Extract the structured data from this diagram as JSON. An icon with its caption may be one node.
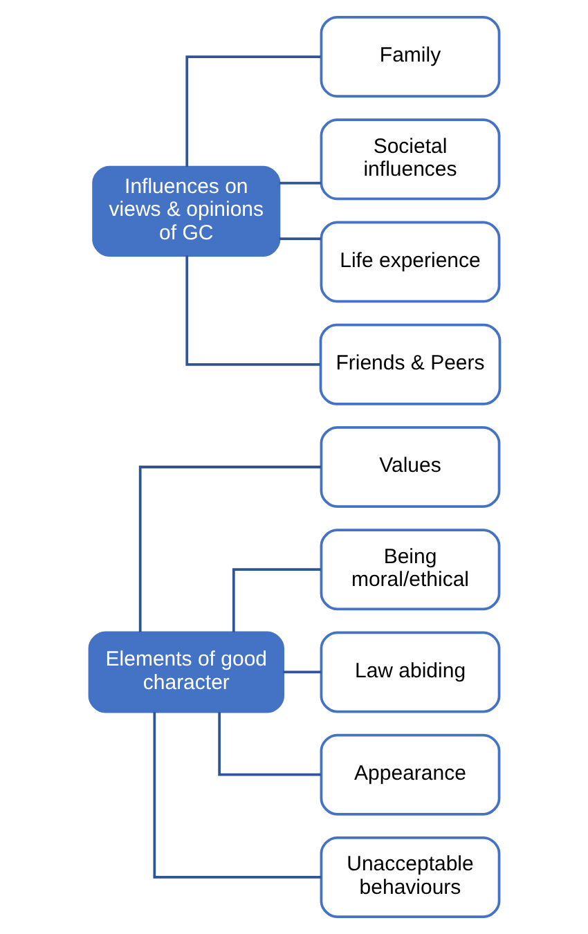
{
  "diagram": {
    "nodes": [
      {
        "text": [
          "Elements of good character"
        ]
      },
      {
        "text": [
          "Values"
        ]
      },
      {
        "text": [
          "Being moral/ethical"
        ]
      },
      {
        "text": [
          "Law abiding"
        ]
      },
      {
        "text": [
          "Appearance"
        ]
      },
      {
        "text": [
          "Unacceptable behaviours"
        ]
      },
      {
        "text": [
          "Influences on views & opinions of GC"
        ]
      },
      {
        "text": [
          "Family"
        ]
      },
      {
        "text": [
          "Societal influences"
        ]
      },
      {
        "text": [
          "Life experience"
        ]
      },
      {
        "text": [
          "Friends & Peers"
        ]
      }
    ],
    "edges": [
      {
        "from": 0,
        "to": 1,
        "arrow": "none"
      },
      {
        "from": 0,
        "to": 2,
        "arrow": "none"
      },
      {
        "from": 0,
        "to": 3,
        "arrow": "none"
      },
      {
        "from": 0,
        "to": 4,
        "arrow": "none"
      },
      {
        "from": 0,
        "to": 5,
        "arrow": "none"
      },
      {
        "from": 6,
        "to": 7,
        "arrow": "none"
      },
      {
        "from": 6,
        "to": 8,
        "arrow": "none"
      },
      {
        "from": 6,
        "to": 9,
        "arrow": "none"
      },
      {
        "from": 6,
        "to": 10,
        "arrow": "none"
      }
    ]
  }
}
